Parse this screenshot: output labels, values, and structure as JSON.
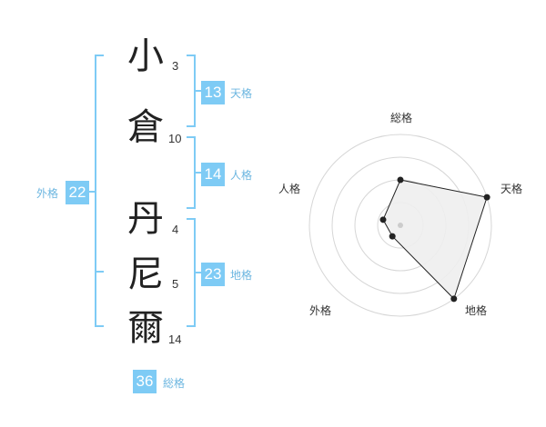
{
  "name": {
    "characters": [
      {
        "char": "小",
        "strokes": "3"
      },
      {
        "char": "倉",
        "strokes": "10"
      },
      {
        "char": "丹",
        "strokes": "4"
      },
      {
        "char": "尼",
        "strokes": "5"
      },
      {
        "char": "爾",
        "strokes": "14"
      }
    ]
  },
  "fortunes": {
    "tenkaku": {
      "label": "天格",
      "value": "13"
    },
    "jinkaku": {
      "label": "人格",
      "value": "14"
    },
    "chikaku": {
      "label": "地格",
      "value": "23"
    },
    "gaikaku": {
      "label": "外格",
      "value": "22"
    },
    "soukaku": {
      "label": "総格",
      "value": "36"
    }
  },
  "colors": {
    "accent": "#7ecbf5",
    "label": "#6cb6e0",
    "radar_fill": "#eeeeee",
    "radar_line": "#222222"
  },
  "chart_data": {
    "type": "radar",
    "axes": [
      "総格",
      "天格",
      "地格",
      "外格",
      "人格"
    ],
    "values": [
      0.5,
      1.0,
      1.0,
      0.15,
      0.2
    ],
    "rings": 4,
    "range": [
      0,
      1
    ]
  }
}
